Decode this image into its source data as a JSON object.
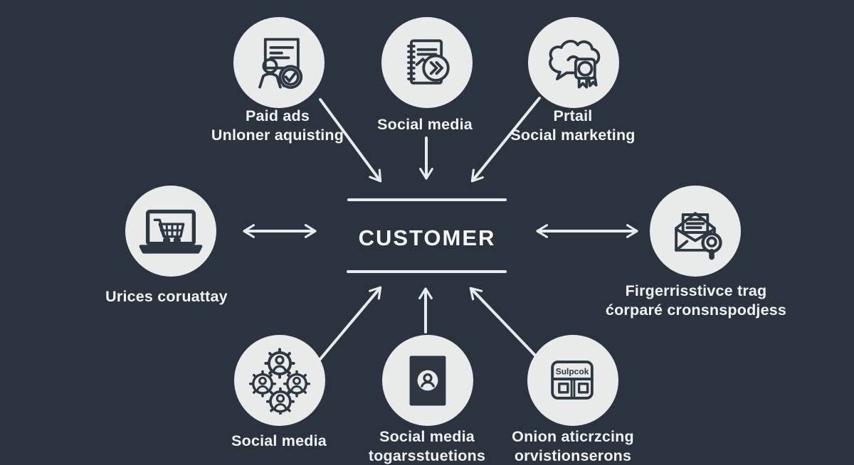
{
  "palette": {
    "background": "#2a333e",
    "circle_fill": "#e9eaea",
    "icon_stroke": "#2e3842",
    "arrow_color": "#e9ecee",
    "text_color": "#f2f4f6"
  },
  "center": {
    "label": "CUSTOMER"
  },
  "nodes": [
    {
      "id": "paid-ads",
      "icon": "presentation-person-check-icon",
      "lines": [
        "Paid ads",
        "Unloner aquisting"
      ]
    },
    {
      "id": "social-media-top",
      "icon": "notebook-forward-icon",
      "lines": [
        "Social media"
      ]
    },
    {
      "id": "retail-social-marketing",
      "icon": "cloud-award-icon",
      "lines": [
        "Prtail",
        "Social marketing"
      ]
    },
    {
      "id": "online-shopping",
      "icon": "laptop-cart-icon",
      "lines": [
        "Urices coruattay"
      ]
    },
    {
      "id": "email-outreach",
      "icon": "envelope-search-icon",
      "lines": [
        "Firgerrisstivce trag",
        "ćorparé cronsnspodjess"
      ]
    },
    {
      "id": "social-media-bottom-left",
      "icon": "gears-people-icon",
      "lines": [
        "Social media"
      ]
    },
    {
      "id": "social-media-bottom-mid",
      "icon": "contact-card-icon",
      "lines": [
        "Social media",
        "togarsstuetions"
      ]
    },
    {
      "id": "store-bottom-right",
      "icon": "storefront-icon",
      "lines": [
        "Onion aticrzcing",
        "orvistionserons"
      ],
      "icon_text": "Sulpcok"
    }
  ]
}
